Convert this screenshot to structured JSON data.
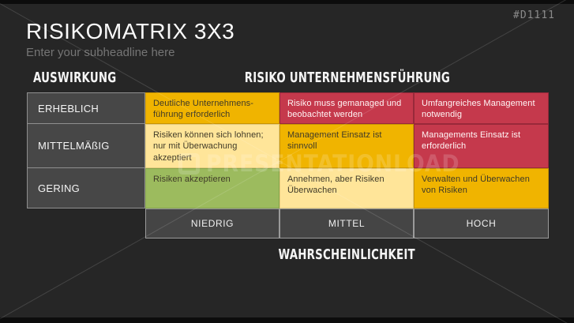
{
  "slide": {
    "code": "#D1111",
    "title": "RISIKOMATRIX 3X3",
    "subtitle": "Enter your subheadline here"
  },
  "matrix": {
    "impact_axis_label": "AUSWIRKUNG",
    "risk_axis_label": "RISIKO UNTERNEHMENSFÜHRUNG",
    "probability_axis_label": "WAHRSCHEINLICHKEIT",
    "row_headers": [
      "ERHEBLICH",
      "MITTELMÄßIG",
      "GERING"
    ],
    "col_headers": [
      "NIEDRIG",
      "MITTEL",
      "HOCH"
    ],
    "cells": [
      [
        {
          "text": "Deutliche Unternehmens-führung erforderlich",
          "level": "gold"
        },
        {
          "text": "Risiko muss gemanaged und beobachtet werden",
          "level": "red"
        },
        {
          "text": "Umfangreiches Management notwendig",
          "level": "red"
        }
      ],
      [
        {
          "text": "Risiken können sich lohnen; nur mit Überwachung akzeptiert",
          "level": "cream"
        },
        {
          "text": "Management Einsatz ist sinnvoll",
          "level": "gold"
        },
        {
          "text": "Managements Einsatz ist erforderlich",
          "level": "red"
        }
      ],
      [
        {
          "text": "Risiken akzeptieren",
          "level": "green"
        },
        {
          "text": "Annehmen, aber Risiken Überwachen",
          "level": "cream"
        },
        {
          "text": "Verwalten und Überwachen von Risiken",
          "level": "gold"
        }
      ]
    ]
  },
  "watermark": {
    "text": "PRESENTATIONLOAD"
  },
  "colors": {
    "background": "#262626",
    "top_bottom_bars": "#0C0C0C",
    "header_cell_bg": "#474747",
    "header_cell_border": "#8F8F8F",
    "levels": {
      "gold": {
        "bg": "#F0B400",
        "text": "#3F3A28",
        "border": "#C99400"
      },
      "cream": {
        "bg": "#FFE599",
        "text": "#3F3A28",
        "border": "#E3CA7D"
      },
      "red": {
        "bg": "#C5394C",
        "text": "#FFF5F5",
        "border": "#99293A"
      },
      "green": {
        "bg": "#9CBB5E",
        "text": "#3F3A28",
        "border": "#85A44C"
      }
    }
  }
}
